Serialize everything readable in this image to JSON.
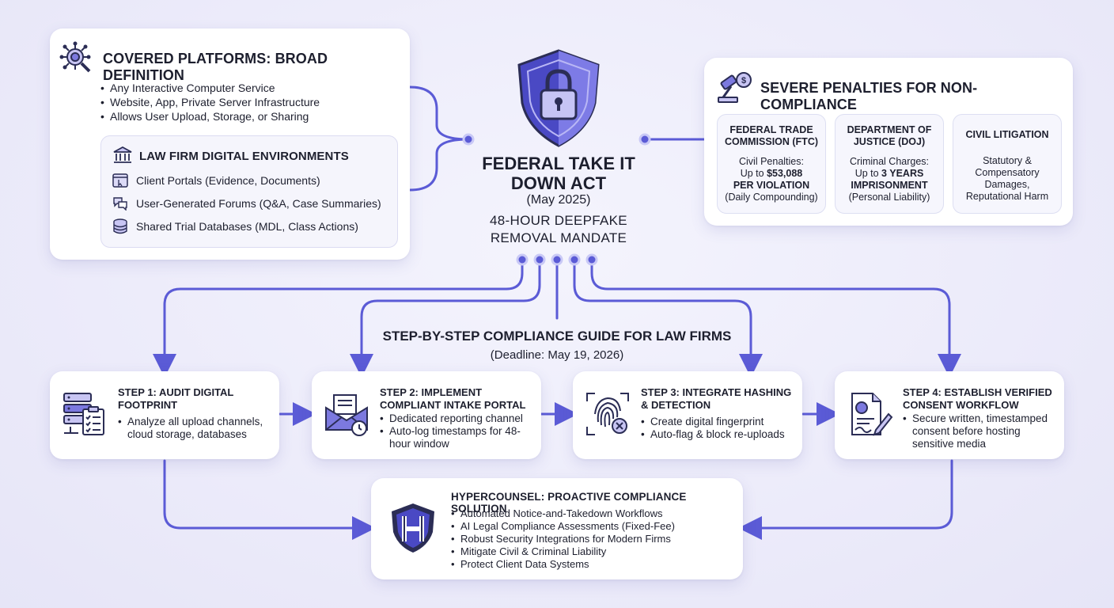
{
  "center": {
    "title": "FEDERAL TAKE IT DOWN ACT",
    "date": "(May 2025)",
    "mandate": "48-HOUR DEEPFAKE REMOVAL MANDATE"
  },
  "covered": {
    "title": "COVERED PLATFORMS: BROAD DEFINITION",
    "bullets": [
      "Any Interactive Computer Service",
      "Website, App, Private Server Infrastructure",
      "Allows User Upload, Storage, or Sharing"
    ],
    "law_firm": {
      "title": "LAW FIRM DIGITAL ENVIRONMENTS",
      "items": [
        "Client Portals (Evidence, Documents)",
        "User-Generated Forums (Q&A, Case Summaries)",
        "Shared Trial Databases (MDL, Class Actions)"
      ]
    }
  },
  "penalties": {
    "title": "SEVERE PENALTIES FOR NON-COMPLIANCE",
    "boxes": [
      {
        "heading": "FEDERAL TRADE COMMISSION (FTC)",
        "lines": [
          "Civil Penalties:",
          "Up to ",
          "$53,088",
          "PER VIOLATION",
          "(Daily Compounding)"
        ]
      },
      {
        "heading": "DEPARTMENT OF JUSTICE (DOJ)",
        "lines": [
          "Criminal Charges:",
          "Up to ",
          "3 YEARS",
          "IMPRISONMENT",
          "(Personal Liability)"
        ]
      },
      {
        "heading": "CIVIL LITIGATION",
        "lines": [
          "Statutory &",
          "Compensatory",
          "Damages,",
          "Reputational Harm"
        ]
      }
    ]
  },
  "guide": {
    "title": "STEP-BY-STEP COMPLIANCE GUIDE FOR LAW FIRMS",
    "deadline": "(Deadline: May 19, 2026)"
  },
  "steps": [
    {
      "title": "STEP 1: AUDIT DIGITAL FOOTPRINT",
      "bullets": [
        "Analyze all upload channels, cloud storage, databases"
      ],
      "icon": "server-checklist-icon"
    },
    {
      "title": "STEP 2: IMPLEMENT COMPLIANT INTAKE PORTAL",
      "bullets": [
        "Dedicated reporting channel",
        "Auto-log timestamps for 48-hour window"
      ],
      "icon": "envelope-clock-icon"
    },
    {
      "title": "STEP 3: INTEGRATE HASHING & DETECTION",
      "bullets": [
        "Create digital fingerprint",
        "Auto-flag & block re-uploads"
      ],
      "icon": "fingerprint-block-icon"
    },
    {
      "title": "STEP 4: ESTABLISH VERIFIED CONSENT WORKFLOW",
      "bullets": [
        "Secure written, timestamped consent before hosting sensitive media"
      ],
      "icon": "signed-document-icon"
    }
  ],
  "hyper": {
    "title": "HYPERCOUNSEL: PROACTIVE COMPLIANCE SOLUTION",
    "bullets": [
      "Automated Notice-and-Takedown Workflows",
      "AI Legal Compliance Assessments (Fixed-Fee)",
      "Robust Security Integrations for Modern Firms",
      "Mitigate Civil & Criminal Liability",
      "Protect Client Data Systems"
    ]
  },
  "colors": {
    "accent": "#5b5bd6",
    "accent_light": "#8f8ff0",
    "background": "#eeeefb",
    "text": "#1d1f2e"
  }
}
